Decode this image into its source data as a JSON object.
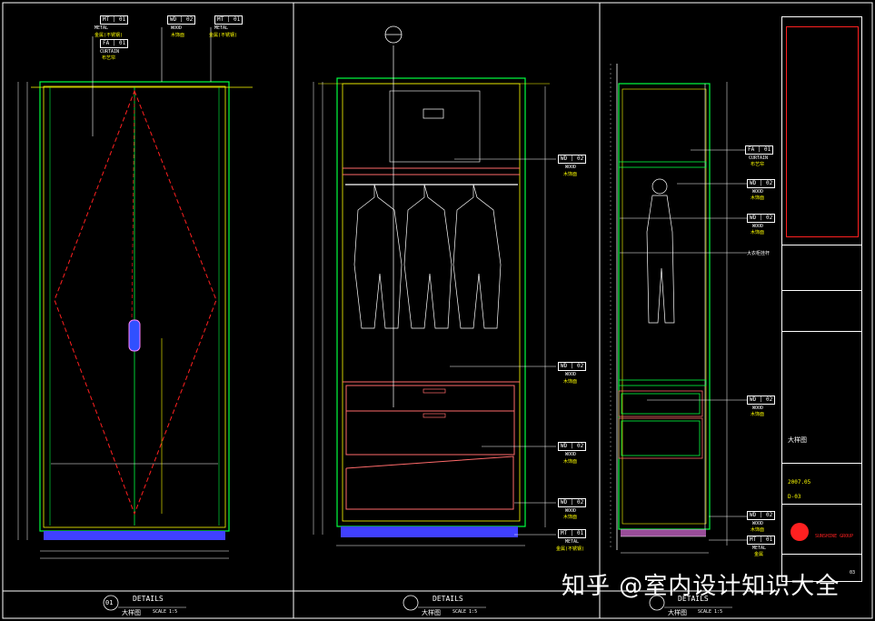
{
  "colors": {
    "background": "#000000",
    "frame": "#ffffff",
    "cabinet": "#00ff40",
    "inner": "#ffff00",
    "drawer": "#ff6a6a",
    "notes": "#ff2020",
    "plinth": "#4040ff"
  },
  "panels": {
    "left": {
      "tags": [
        {
          "code": "MT | 01",
          "sub": "METAL",
          "sub2": "金属(不锈钢)"
        },
        {
          "code": "WD | 02",
          "sub": "WOOD",
          "sub2": "木饰面"
        },
        {
          "code": "MT | 01",
          "sub": "METAL",
          "sub2": "金属(不锈钢)"
        },
        {
          "code": "FA | 01",
          "sub": "CURTAIN",
          "sub2": "布艺帘"
        }
      ],
      "caption_number": "01",
      "caption_text": "大样图",
      "scale": "SCALE 1:5",
      "details": "DETAILS"
    },
    "middle": {
      "tags": [
        {
          "code": "WD | 02",
          "sub": "WOOD",
          "sub2": "木饰面"
        },
        {
          "code": "WD | 02",
          "sub": "WOOD",
          "sub2": "木饰面"
        },
        {
          "code": "WD | 02",
          "sub": "WOOD",
          "sub2": "木饰面"
        },
        {
          "code": "WD | 02",
          "sub": "WOOD",
          "sub2": "木饰面"
        },
        {
          "code": "MT | 01",
          "sub": "METAL",
          "sub2": "金属(不锈钢)"
        }
      ],
      "caption_text": "大样图",
      "scale": "SCALE 1:5",
      "details": "DETAILS"
    },
    "right": {
      "tags": [
        {
          "code": "FA | 01",
          "sub": "CURTAIN",
          "sub2": "布艺帘"
        },
        {
          "code": "WD | 02",
          "sub": "WOOD",
          "sub2": "木饰面"
        },
        {
          "code": "WD | 02",
          "sub": "WOOD",
          "sub2": "木饰面"
        },
        {
          "code": "WD | 02",
          "sub": "WOOD",
          "sub2": "木饰面"
        },
        {
          "code": "WD | 02",
          "sub": "WOOD",
          "sub2": "木饰面"
        },
        {
          "code": "MT | 01",
          "sub": "METAL",
          "sub2": "金属"
        }
      ],
      "note": "大衣柜挂杆",
      "caption_text": "大样图",
      "scale": "SCALE 1:5",
      "details": "DETAILS"
    }
  },
  "title_block": {
    "drawing_title": "大样图",
    "date": "2007.05",
    "sheet": "D-03",
    "page": "03",
    "company": "SUNSHINE GROUP"
  },
  "watermark": "知乎 @室内设计知识大全"
}
